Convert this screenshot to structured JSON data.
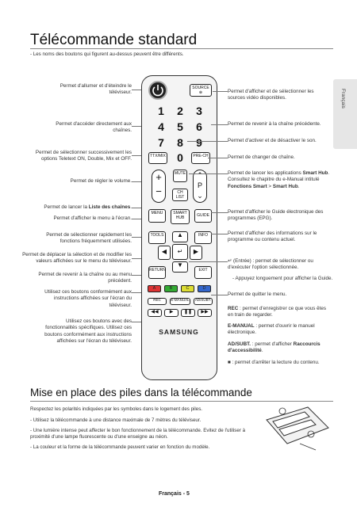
{
  "page": {
    "title": "Télécommande standard",
    "intro": "-   Les noms des boutons qui figurent au-dessus peuvent être différents.",
    "side_tab": "Français",
    "footer": "Français - 5"
  },
  "left_labels": [
    {
      "text": "Permet d'allumer et d'éteindre le téléviseur."
    },
    {
      "text": "Permet d'accéder directement aux chaînes."
    },
    {
      "text": "Permet de sélectionner successivement les options Teletext ON, Double, Mix et OFF."
    },
    {
      "text": "Permet de régler le volume."
    },
    {
      "text": "Permet de lancer la Liste des chaînes."
    },
    {
      "text": "Permet d'afficher le menu à l'écran."
    },
    {
      "text": "Permet de sélectionner rapidement les fonctions fréquemment utilisées."
    },
    {
      "text": "Permet de déplacer la sélection et de modifier les valeurs affichées sur le menu du téléviseur."
    },
    {
      "text": "Permet de revenir à la chaîne ou au menu précédent."
    },
    {
      "text": "Utilisez ces boutons conformément aux instructions affichées sur l'écran du téléviseur."
    },
    {
      "text": "Utilisez ces boutons avec des fonctionnalités spécifiques. Utilisez ces boutons conformément aux instructions affichées sur l'écran du téléviseur."
    }
  ],
  "right_labels": [
    {
      "text": "Permet d'afficher et de sélectionner les sources vidéo disponibles."
    },
    {
      "text": "Permet de revenir à la chaîne précédente."
    },
    {
      "text": "Permet d'activer et de désactiver le son."
    },
    {
      "text": "Permet de changer de chaîne."
    },
    {
      "text": "Permet de lancer les applications Smart Hub. Consultez le chapitre du e-Manual intitulé Fonctions Smart > Smart Hub."
    },
    {
      "text": "Permet d'afficher le Guide électronique des programmes (EPG)."
    },
    {
      "text": "Permet d'afficher des informations sur le programme ou contenu actuel."
    },
    {
      "text": "(Entrée) : permet de sélectionner ou d'exécuter l'option sélectionnée."
    },
    {
      "text": "-   Appuyez longuement pour afficher la Guide."
    },
    {
      "text": "Permet de quitter le menu."
    },
    {
      "text": "REC : permet d'enregistrer ce que vous êtes en train de regarder."
    },
    {
      "text": "E-MANUAL : permet d'ouvrir le manuel électronique."
    },
    {
      "text": "AD/SUBT. : permet d'afficher Raccourcis d'accessibilité."
    },
    {
      "text": ": permet d'arrêter la lecture du contenu."
    }
  ],
  "remote": {
    "source": "SOURCE",
    "numbers": [
      "1",
      "2",
      "3",
      "4",
      "5",
      "6",
      "7",
      "8",
      "9",
      "0"
    ],
    "ttx": "TTX/MIX",
    "prech": "PRE-CH",
    "mute": "MUTE",
    "p": "P",
    "chlist": "CH LIST",
    "menu": "MENU",
    "smarthub": "SMART HUB",
    "guide": "GUIDE",
    "tools": "TOOLS",
    "info": "INFO",
    "return": "RETURN",
    "exit": "EXIT",
    "colors": [
      "A",
      "B",
      "C",
      "D"
    ],
    "color_hex": [
      "#d33",
      "#3a3",
      "#dd3",
      "#36c"
    ],
    "rec": "REC",
    "emanual": "E-MANUAL",
    "adsubt": "AD/SUBT.",
    "brand": "SAMSUNG"
  },
  "batteries": {
    "title": "Mise en place des piles dans la télécommande",
    "intro": "Respectez les polarités indiquées par les symboles dans le logement des piles.",
    "bullets": [
      "-   Utilisez la télécommande à une distance maximale de 7 mètres du téléviseur.",
      "-   Une lumière intense peut affecter le bon fonctionnement de la télécommande. Evitez de l'utiliser à proximité d'une lampe fluorescente ou d'une enseigne au néon.",
      "-   La couleur et la forme de la télécommande peuvent varier en fonction du modèle."
    ]
  }
}
